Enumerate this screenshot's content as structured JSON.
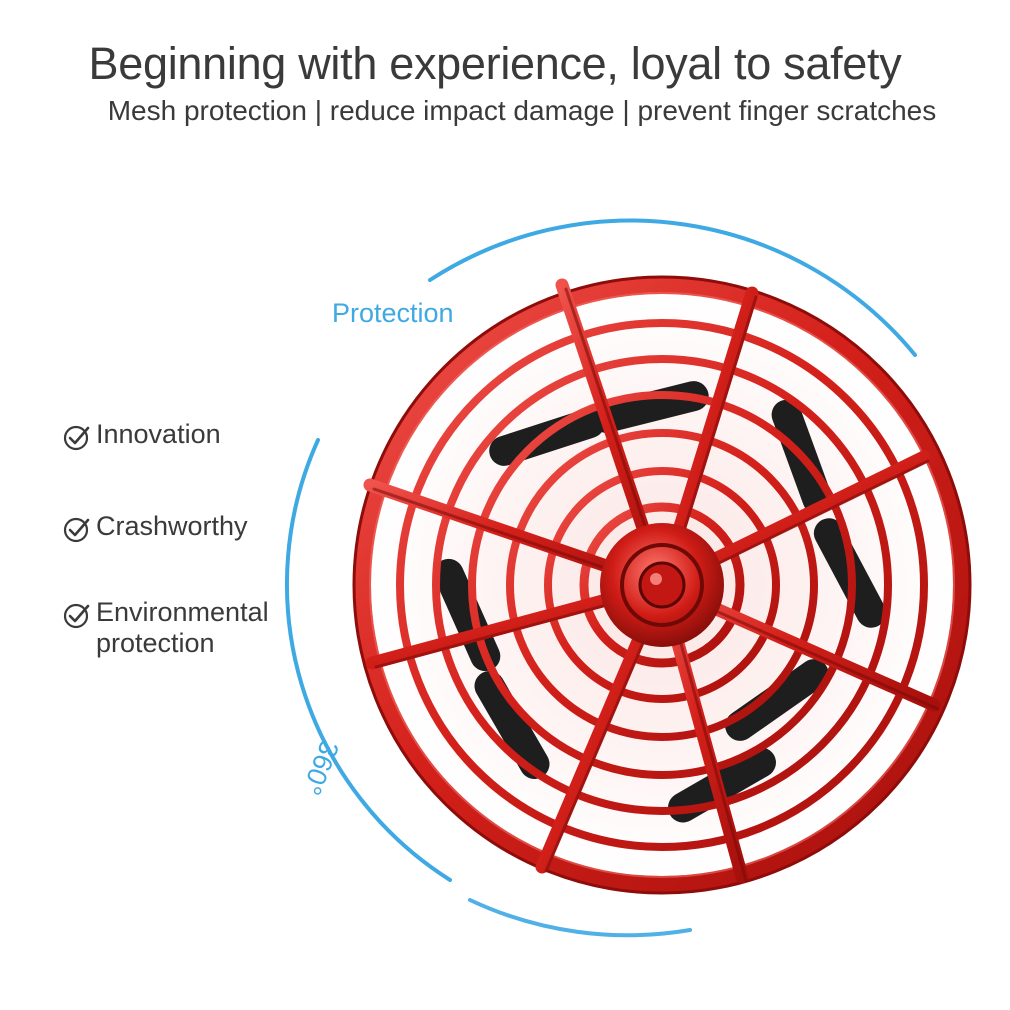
{
  "header": {
    "headline": "Beginning with experience, loyal to safety",
    "subline": "Mesh protection | reduce impact damage | prevent finger scratches"
  },
  "labels": {
    "protection": "Protection",
    "degrees": "360°"
  },
  "features": [
    {
      "label": "Innovation",
      "icon": "circle-check-icon"
    },
    {
      "label": "Crashworthy",
      "icon": "circle-check-icon"
    },
    {
      "label": "Environmental protection",
      "icon": "circle-check-icon"
    }
  ],
  "colors": {
    "text": "#3a3a3a",
    "accent_blue": "#3ea9e3",
    "drone_red": "#d8201b",
    "drone_dark_red": "#7a0a08",
    "propeller": "#1e1e1e"
  }
}
